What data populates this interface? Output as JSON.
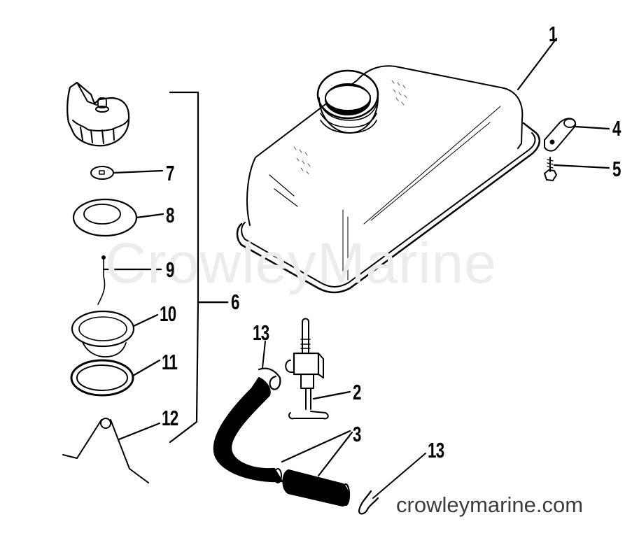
{
  "watermark": "CrowleyMarine",
  "footer_url": "crowleymarine.com",
  "callouts": [
    {
      "id": "1",
      "label": "1",
      "part": "fuel-tank"
    },
    {
      "id": "2",
      "label": "2",
      "part": "fuel-valve"
    },
    {
      "id": "3",
      "label": "3",
      "part": "fuel-hose"
    },
    {
      "id": "4",
      "label": "4",
      "part": "bracket"
    },
    {
      "id": "5",
      "label": "5",
      "part": "screw"
    },
    {
      "id": "6",
      "label": "6",
      "part": "filler-cap-assembly"
    },
    {
      "id": "7",
      "label": "7",
      "part": "vent-disc"
    },
    {
      "id": "8",
      "label": "8",
      "part": "washer"
    },
    {
      "id": "9",
      "label": "9",
      "part": "pin"
    },
    {
      "id": "10",
      "label": "10",
      "part": "cup"
    },
    {
      "id": "11",
      "label": "11",
      "part": "gasket"
    },
    {
      "id": "12",
      "label": "12",
      "part": "retainer-wire"
    },
    {
      "id": "13a",
      "label": "13",
      "part": "hose-clamp"
    },
    {
      "id": "13b",
      "label": "13",
      "part": "hose-clamp"
    }
  ]
}
